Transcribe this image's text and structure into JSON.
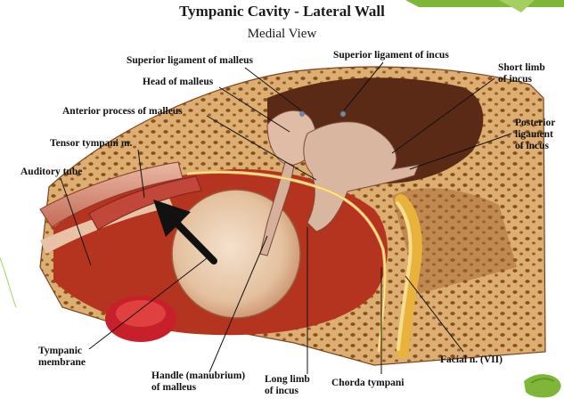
{
  "header": {
    "title": "Tympanic Cavity - Lateral Wall",
    "subtitle": "Medial View"
  },
  "labels": {
    "superior_ligament_malleus": "Superior ligament of malleus",
    "superior_ligament_incus": "Superior ligament of incus",
    "short_limb_incus": [
      "Short limb",
      "of incus"
    ],
    "head_malleus": "Head of malleus",
    "posterior_ligament_incus": [
      "Posterior",
      "ligament",
      "of incus"
    ],
    "anterior_process_malleus": "Anterior process of malleus",
    "tensor_tympani": "Tensor tympani m.",
    "auditory_tube": "Auditory tube",
    "tympanic_membrane": [
      "Tympanic",
      "membrane"
    ],
    "handle_malleus": [
      "Handle (manubrium)",
      "of malleus"
    ],
    "long_limb_incus": [
      "Long limb",
      "of incus"
    ],
    "chorda_tympani": "Chorda tympani",
    "facial_nerve": "Facial n. (VII)"
  },
  "colors": {
    "bone": "#d9a86a",
    "bone_dots": "#8a4e1e",
    "cavity": "#b4341f",
    "membrane": "#e8c9a6",
    "ossicle": "#d9b6a0",
    "nerve": "#e9b23a",
    "muscle": "#c0473a",
    "accent_green": "#7fb539"
  },
  "decor": {
    "arrow_icon": "black-arrow-icon",
    "corner_shape": "green-leaf-icon"
  }
}
